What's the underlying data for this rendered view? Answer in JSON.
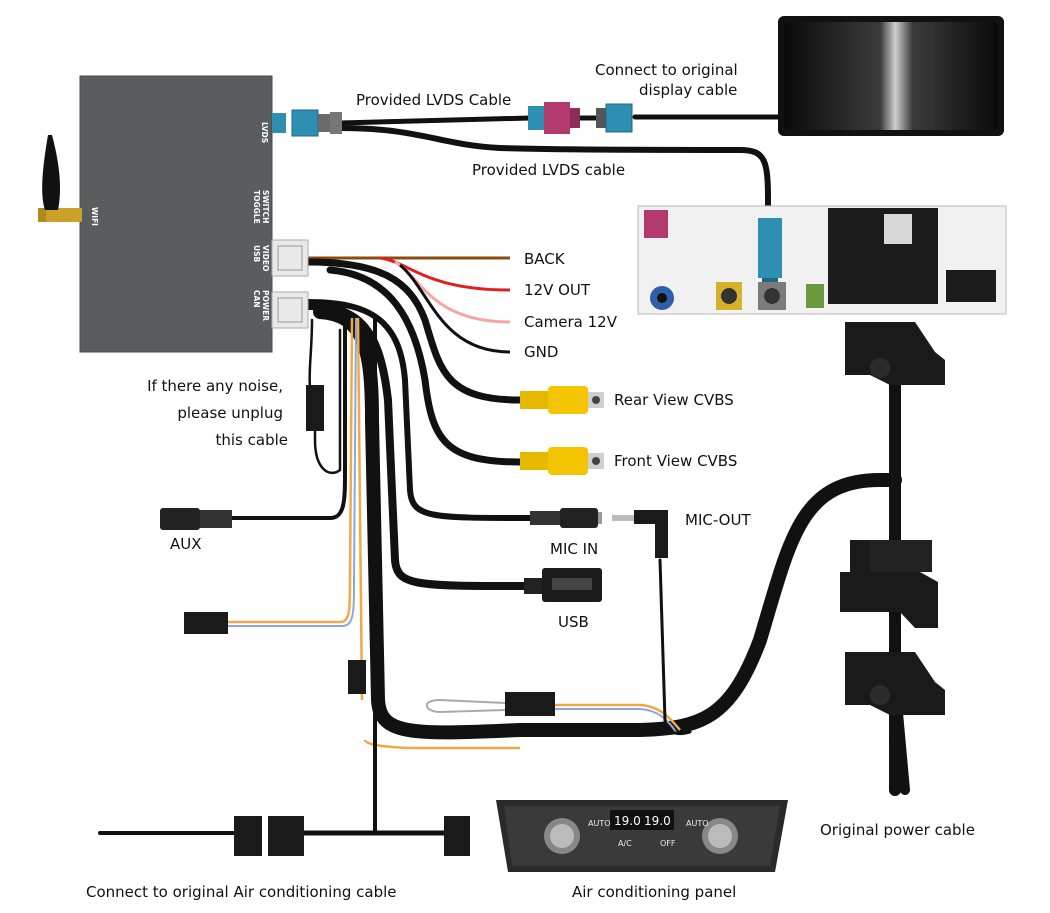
{
  "labels": {
    "provided_lvds_cable_top": "Provided LVDS Cable",
    "connect_original_display_line1": "Connect to original",
    "connect_original_display_line2": "display cable",
    "provided_lvds_cable_bottom": "Provided LVDS cable",
    "back": "BACK",
    "twelve_v_out": "12V OUT",
    "camera_12v": "Camera 12V",
    "gnd": "GND",
    "rear_view_cvbs": "Rear View CVBS",
    "front_view_cvbs": "Front View CVBS",
    "mic_out": "MIC-OUT",
    "mic_in": "MIC IN",
    "usb": "USB",
    "aux": "AUX",
    "noise_line1": "If there any noise,",
    "noise_line2": "please unplug",
    "noise_line3": "this cable",
    "original_power_cable": "Original power cable",
    "connect_air_conditioning": "Connect to original Air conditioning cable",
    "air_conditioning_panel": "Air conditioning panel"
  },
  "box_ports": {
    "lvds": "LVDS",
    "wifi": "WIFI",
    "toggle_line1": "TOGGLE",
    "toggle_line2": "SWITCH",
    "usb_video_line1": "USB",
    "usb_video_line2": "VIDEO",
    "can_power_line1": "CAN",
    "can_power_line2": "POWER"
  },
  "panel_display": {
    "left_temp": "19.0",
    "right_temp": "19.0",
    "auto_left": "AUTO",
    "auto_right": "AUTO",
    "ac": "A/C",
    "off": "OFF"
  },
  "colors": {
    "box": "#5a5d5e",
    "lvds_connector": "#2f8fb3",
    "fakra_pink": "#b23a6e",
    "rca_yellow": "#f5c400",
    "wire_brown": "#8a4b12",
    "wire_red": "#e02020",
    "wire_pink": "#f4a6a6",
    "wire_orange": "#f2a848",
    "wire_blue": "#8fa7d8"
  },
  "icons": [
    "antenna-icon",
    "rca-plug-icon",
    "audio-jack-icon",
    "usb-port-icon",
    "fakra-connector-icon"
  ]
}
